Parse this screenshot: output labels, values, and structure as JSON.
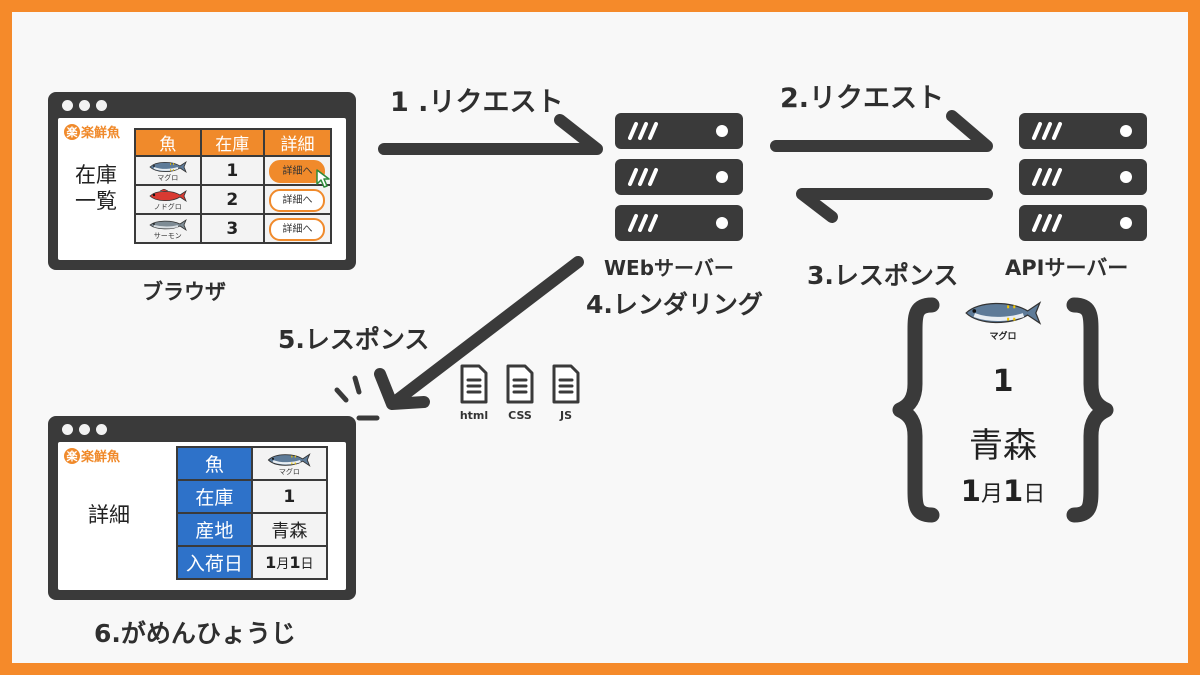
{
  "steps": {
    "step1": "1 .リクエスト",
    "step2": "2.リクエスト",
    "step3": "3.レスポンス",
    "step4": "4.レンダリング",
    "step5": "5.レスポンス",
    "step6": "6.がめんひょうじ"
  },
  "labels": {
    "browser": "ブラウザ",
    "web_server": "WEbサーバー",
    "api_server": "APIサーバー"
  },
  "brand": {
    "name": "楽鮮魚",
    "badge": "楽"
  },
  "list_page": {
    "title_line1": "在庫",
    "title_line2": "一覧",
    "columns": [
      "魚",
      "在庫",
      "詳細"
    ],
    "rows": [
      {
        "fish": "マグロ",
        "stock": "1",
        "action": "詳細へ"
      },
      {
        "fish": "ノドグロ",
        "stock": "2",
        "action": "詳細へ"
      },
      {
        "fish": "サーモン",
        "stock": "3",
        "action": "詳細へ"
      }
    ]
  },
  "detail_page": {
    "title": "詳細",
    "rows": [
      {
        "label": "魚",
        "value": "マグロ"
      },
      {
        "label": "在庫",
        "value": "1"
      },
      {
        "label": "産地",
        "value": "青森"
      },
      {
        "label": "入荷日",
        "value_num1": "1",
        "value_mid": "月",
        "value_num2": "1",
        "value_end": "日"
      }
    ]
  },
  "files": [
    "html",
    "CSS",
    "JS"
  ],
  "api_data": {
    "fish": "マグロ",
    "stock": "1",
    "origin": "青森",
    "date_num1": "1",
    "date_mid": "月",
    "date_num2": "1",
    "date_end": "日"
  },
  "colors": {
    "frame": "#F58A2A",
    "accent_orange": "#F08A2B",
    "accent_blue": "#2E72C9",
    "dark": "#3A3A3A"
  },
  "icons": [
    "server-icon",
    "document-icon",
    "cursor-icon",
    "tuna-icon",
    "nodoguro-icon",
    "salmon-icon"
  ]
}
